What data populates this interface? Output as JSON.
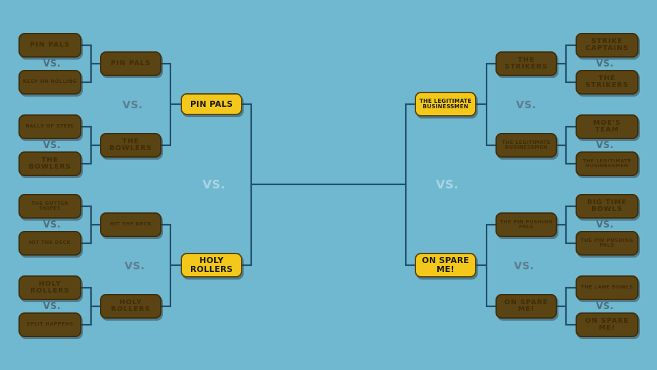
{
  "left": {
    "top": {
      "r1": [
        "PIN PALS",
        "KEEP ON ROLLING",
        "BALLS OF STEEL",
        "THE BOWLERS"
      ],
      "r2": [
        "PIN PALS",
        "THE BOWLERS"
      ],
      "winner": "PIN PALS"
    },
    "bottom": {
      "r1": [
        "THE GUTTER SNIPES",
        "HIT THE DECK",
        "HOLY ROLLERS",
        "SPLIT HAPPENS"
      ],
      "r2": [
        "HIT THE DECK",
        "HOLY ROLLERS"
      ],
      "winner": "HOLY ROLLERS"
    }
  },
  "right": {
    "top": {
      "r1": [
        "STRIKE CAPTAINS",
        "THE STRIKERS",
        "MOE'S TEAM",
        "THE LEGITIMATE BUSINESSMEN"
      ],
      "r2": [
        "THE STRIKERS",
        "THE LEGITIMATE BUSINESSMEN"
      ],
      "winner": "THE LEGITIMATE BUSINESSMEN"
    },
    "bottom": {
      "r1": [
        "BIG TIME BOWLS",
        "THE PIN PUSHING PALS",
        "THE LANE BOWLS",
        "ON SPARE ME!"
      ],
      "r2": [
        "THE PIN PUSHING PALS",
        "ON SPARE ME!"
      ],
      "winner": "ON SPARE ME!"
    }
  },
  "labels": {
    "vs": "VS."
  },
  "colors": {
    "background": "#70b8cf",
    "team_box": "#5b4413",
    "winner_box": "#f3c81b",
    "lines": "#1f4e6a"
  }
}
